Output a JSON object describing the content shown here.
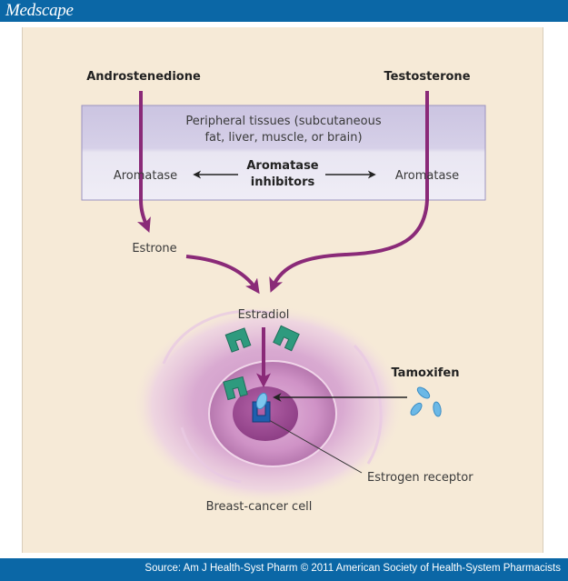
{
  "header": {
    "brand": "Medscape"
  },
  "footer": {
    "source": "Source: Am J Health-Syst Pharm © 2011 American Society of Health-System Pharmacists"
  },
  "diagram": {
    "androstenedione": "Androstenedione",
    "testosterone": "Testosterone",
    "peripheral_line1": "Peripheral tissues (subcutaneous",
    "peripheral_line2": "fat, liver, muscle, or brain)",
    "aromatase_left": "Aromatase",
    "aromatase_right": "Aromatase",
    "ai_line1": "Aromatase",
    "ai_line2": "inhibitors",
    "estrone": "Estrone",
    "estradiol": "Estradiol",
    "tamoxifen": "Tamoxifen",
    "estrogen_receptor": "Estrogen receptor",
    "cell_label": "Breast-cancer cell"
  },
  "colors": {
    "brand_bar": "#0b67a6",
    "pathway_arrow": "#8a2a78",
    "panel_top": "#cdc6e3",
    "panel_bottom": "#ece9f4",
    "inhibitor": "#2e9a7e",
    "tamoxifen": "#6bb8e6",
    "receptor": "#1f5fae"
  }
}
